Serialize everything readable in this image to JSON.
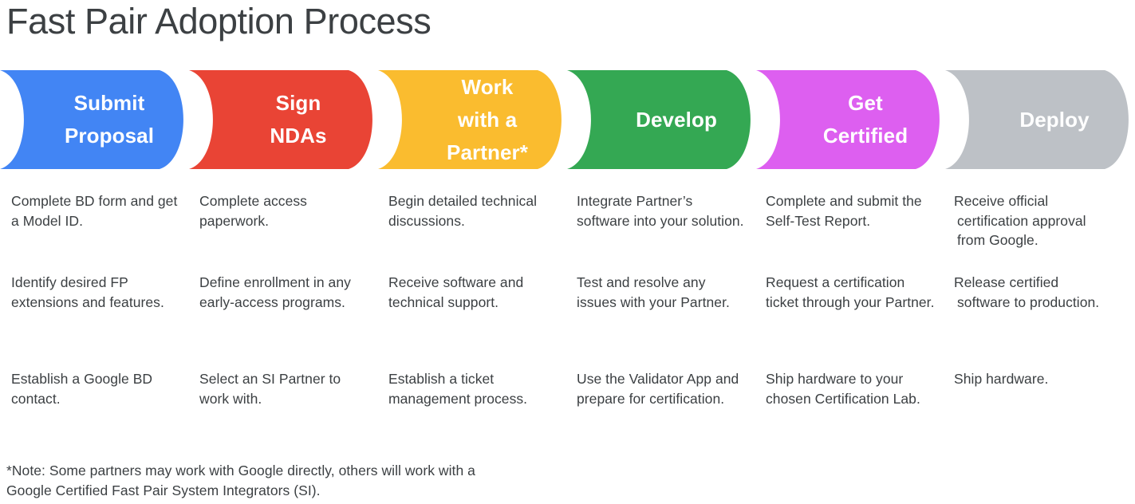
{
  "page": {
    "title": "Fast Pair Adoption Process",
    "background_color": "#ffffff",
    "text_color": "#3c4043"
  },
  "banner": {
    "shape": "chevron-rounded",
    "steps": [
      {
        "label": "Submit\nProposal",
        "color": "#4285f4",
        "label_color": "#ffffff",
        "icon": "chevron-step-icon"
      },
      {
        "label": "Sign\nNDAs",
        "color": "#e94435",
        "label_color": "#ffffff",
        "icon": "chevron-step-icon"
      },
      {
        "label": "Work\nwith a\nPartner*",
        "color": "#fabc2f",
        "label_color": "#ffffff",
        "icon": "chevron-step-icon"
      },
      {
        "label": "Develop",
        "color": "#34a853",
        "label_color": "#ffffff",
        "icon": "chevron-step-icon"
      },
      {
        "label": "Get\nCertified",
        "color": "#dd5ff0",
        "label_color": "#ffffff",
        "icon": "chevron-step-icon"
      },
      {
        "label": "Deploy",
        "color": "#bdc1c6",
        "label_color": "#ffffff",
        "icon": "chevron-step-icon"
      }
    ]
  },
  "columns": [
    {
      "step": "Submit Proposal",
      "items": [
        "Complete BD form and get a Model ID.",
        "Identify desired FP extensions and features.",
        "Establish a Google BD contact."
      ]
    },
    {
      "step": "Sign NDAs",
      "items": [
        "Complete access paperwork.",
        "Define enrollment in any early-access programs.",
        "Select an SI Partner to work with."
      ]
    },
    {
      "step": "Work with a Partner",
      "items": [
        "Begin detailed technical discussions.",
        "Receive software and technical support.",
        "Establish a ticket management process."
      ]
    },
    {
      "step": "Develop",
      "items": [
        "Integrate Partner’s software into your solution.",
        "Test and resolve any issues with your Partner.",
        "Use the Validator App and prepare for certification."
      ]
    },
    {
      "step": "Get Certified",
      "items": [
        "Complete and submit the Self-Test Report.",
        "Request a certification ticket through your Partner.",
        "Ship hardware to your chosen Certification Lab."
      ]
    },
    {
      "step": "Deploy",
      "items": [
        "Receive official certification approval from Google.",
        "Release certified software to production.",
        "Ship hardware."
      ]
    }
  ],
  "footnote": "*Note: Some partners may work with Google directly, others will work with a\nGoogle Certified Fast Pair System Integrators (SI)."
}
